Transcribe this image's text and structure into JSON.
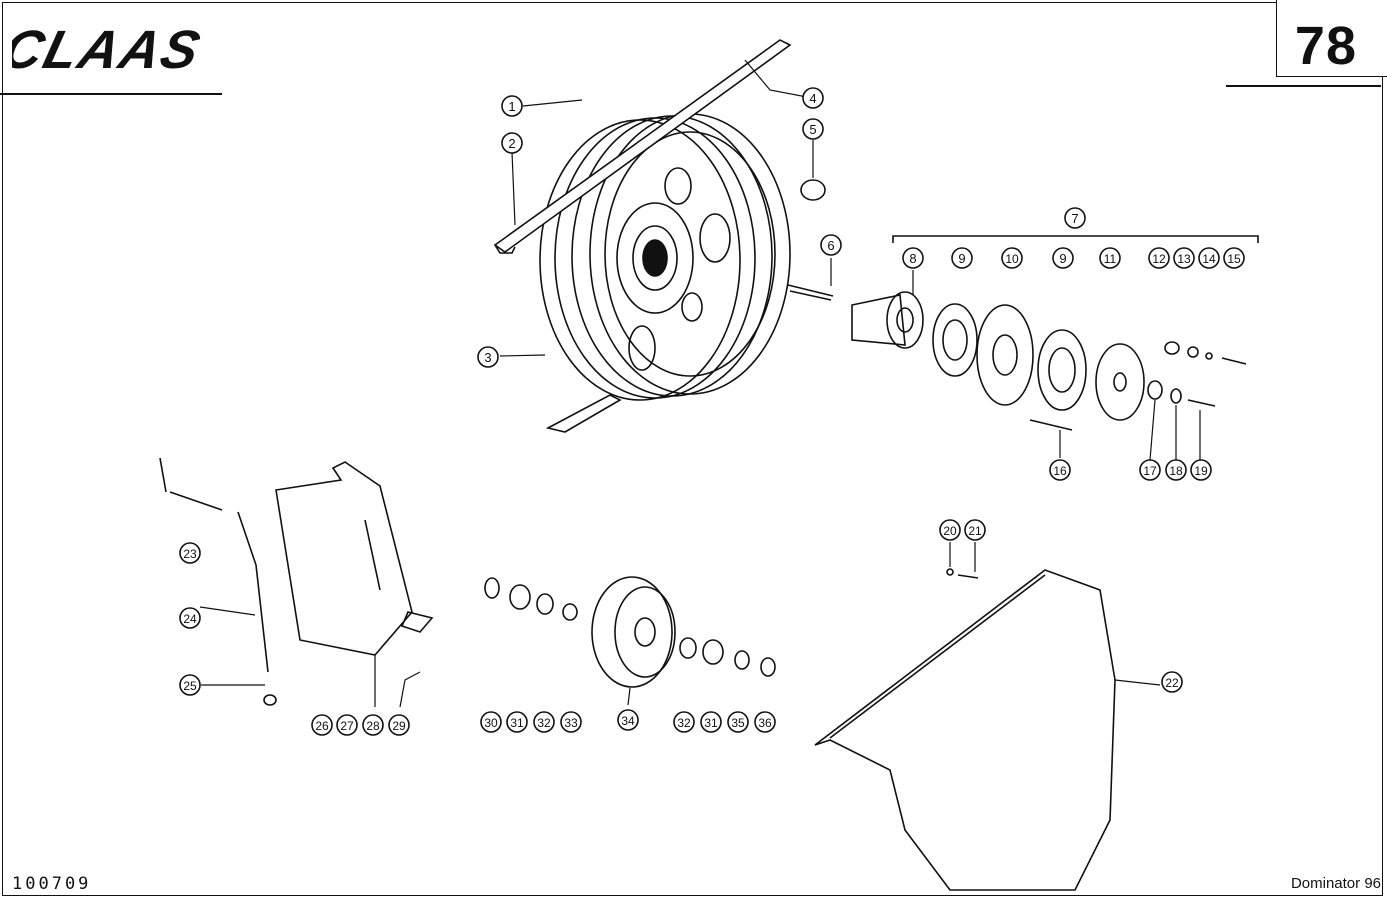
{
  "header": {
    "brand": "CLAAS",
    "page_number": "78"
  },
  "footer": {
    "document_code": "100709",
    "model": "Dominator 96"
  },
  "callouts": [
    "1",
    "2",
    "3",
    "4",
    "5",
    "6",
    "7",
    "8",
    "9",
    "10",
    "9",
    "11",
    "12",
    "13",
    "14",
    "15",
    "16",
    "17",
    "18",
    "19",
    "20",
    "21",
    "22",
    "23",
    "24",
    "25",
    "26",
    "27",
    "28",
    "29",
    "30",
    "31",
    "32",
    "33",
    "34",
    "32",
    "31",
    "35",
    "36"
  ]
}
